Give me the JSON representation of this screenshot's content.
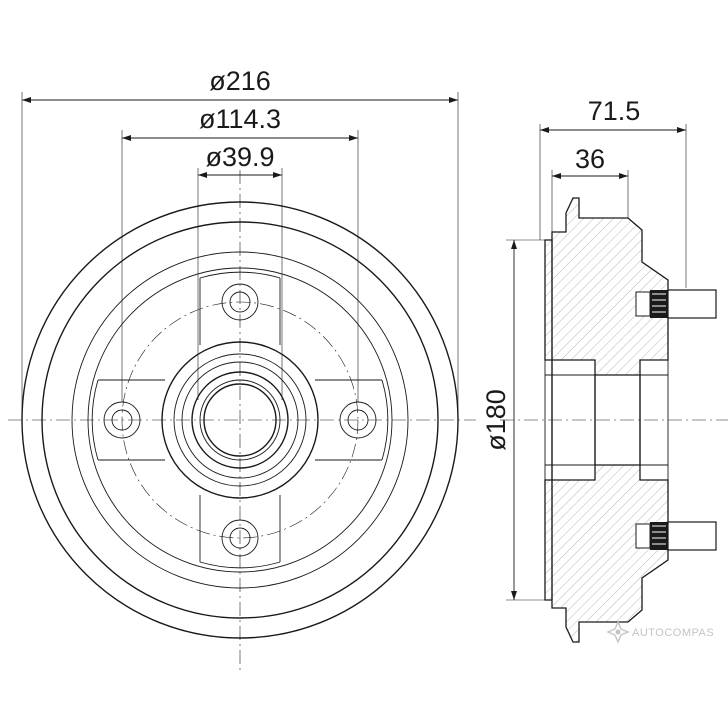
{
  "dimensions": {
    "drum_diameter": "ø216",
    "bolt_circle": "ø114.3",
    "center_bore": "ø39.9",
    "overall_width": "71.5",
    "hub_width": "36",
    "braking_diameter": "ø180"
  },
  "watermark": {
    "brand": "AUTOCOMPAS",
    "logo_icon": "compass-star-icon"
  },
  "colors": {
    "line": "#1a1a1a",
    "hatch": "#9a9a9a",
    "watermark": "#c4c4c4"
  }
}
